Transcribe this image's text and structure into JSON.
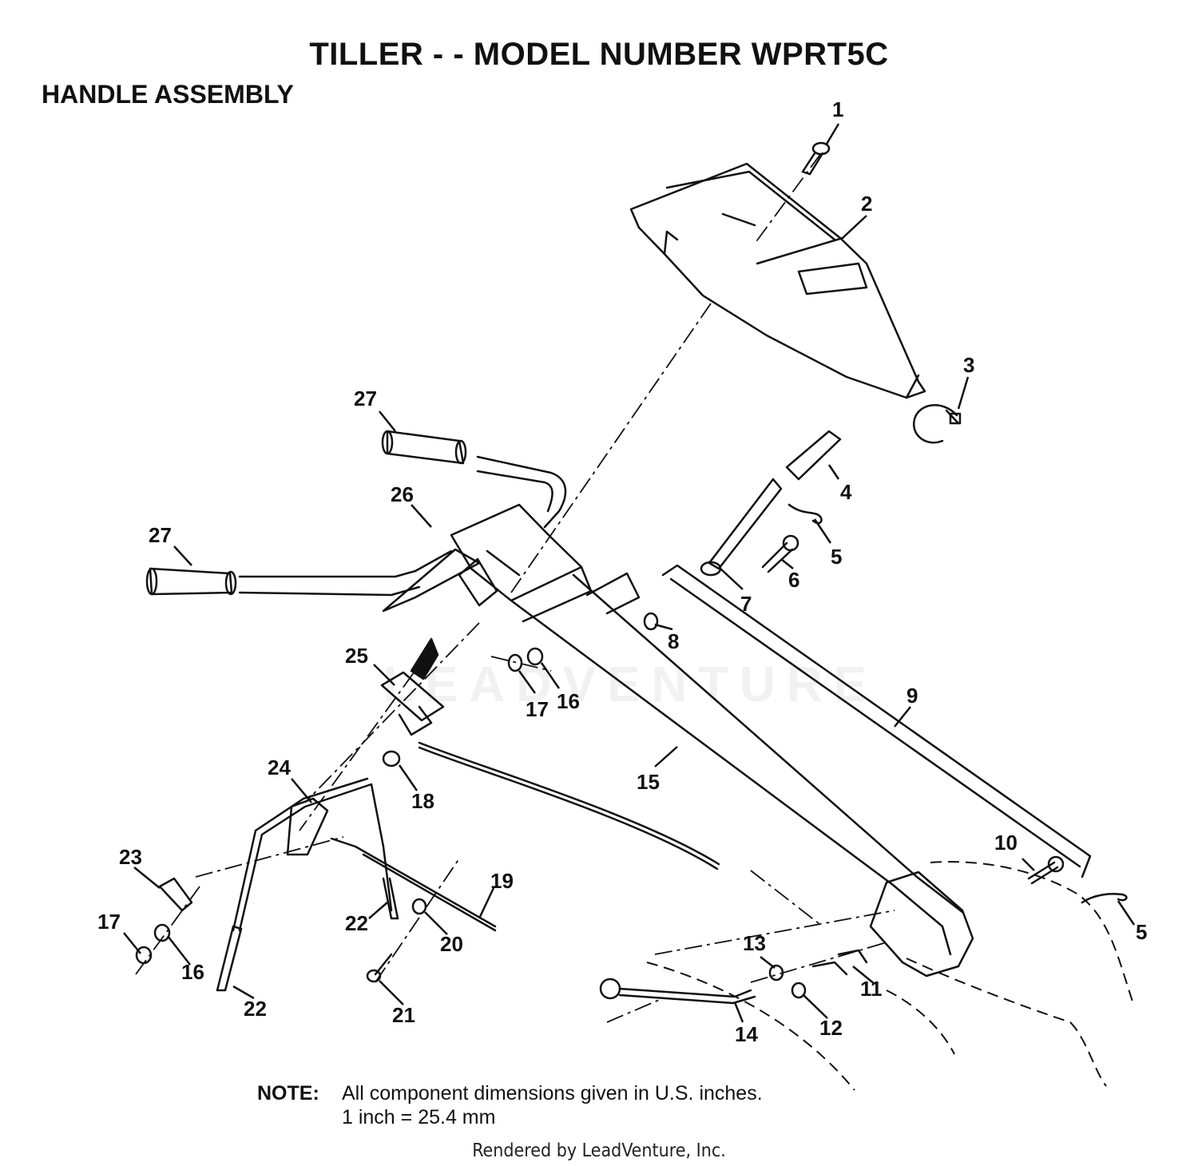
{
  "title": "TILLER - - MODEL NUMBER WPRT5C",
  "section": "HANDLE ASSEMBLY",
  "watermark": "LEADVENTURE",
  "callouts": [
    "1",
    "2",
    "3",
    "4",
    "5",
    "6",
    "7",
    "8",
    "9",
    "10",
    "11",
    "12",
    "13",
    "14",
    "15",
    "16",
    "17",
    "18",
    "19",
    "20",
    "21",
    "22",
    "23",
    "24",
    "25",
    "26",
    "27"
  ],
  "callout_extra": {
    "p27b": "27",
    "p17b": "17",
    "p16b": "16",
    "p22b": "22",
    "p5b": "5"
  },
  "note": {
    "label": "NOTE:",
    "line1": "All component dimensions given in U.S. inches.",
    "line2": "1 inch = 25.4 mm"
  },
  "credit": "Rendered by LeadVenture, Inc."
}
